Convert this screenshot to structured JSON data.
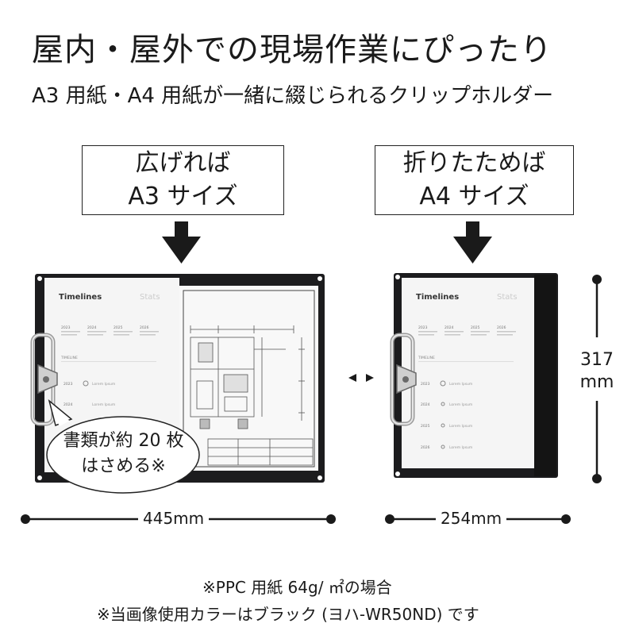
{
  "heading": {
    "title": "屋内・屋外での現場作業にぴったり",
    "subtitle": "A3 用紙・A4 用紙が一緒に綴じられるクリップホルダー"
  },
  "left_panel": {
    "label_line1": "広げれば",
    "label_line2": "A3 サイズ",
    "width_label": "445mm",
    "bubble_line1": "書類が約 20 枚",
    "bubble_line2": "はさめる※"
  },
  "right_panel": {
    "label_line1": "折りたためば",
    "label_line2": "A4 サイズ",
    "width_label": "254mm",
    "height_value": "317",
    "height_unit": "mm"
  },
  "doc": {
    "heading": "Timelines",
    "tag": "Stats",
    "section": "TIMELINE",
    "years": [
      "2023",
      "2024",
      "2025",
      "2026"
    ],
    "row_years": [
      "2023",
      "2024",
      "2025",
      "2026"
    ],
    "item_text": "Lorem Ipsum"
  },
  "footer": {
    "note1": "※PPC 用紙 64g/ ㎡の場合",
    "note2": "※当画像使用カラーはブラック (ヨハ-WR50ND) です"
  },
  "colors": {
    "board": "#1c1c1e",
    "text": "#1a1a1a",
    "paper": "#f4f4f4"
  }
}
